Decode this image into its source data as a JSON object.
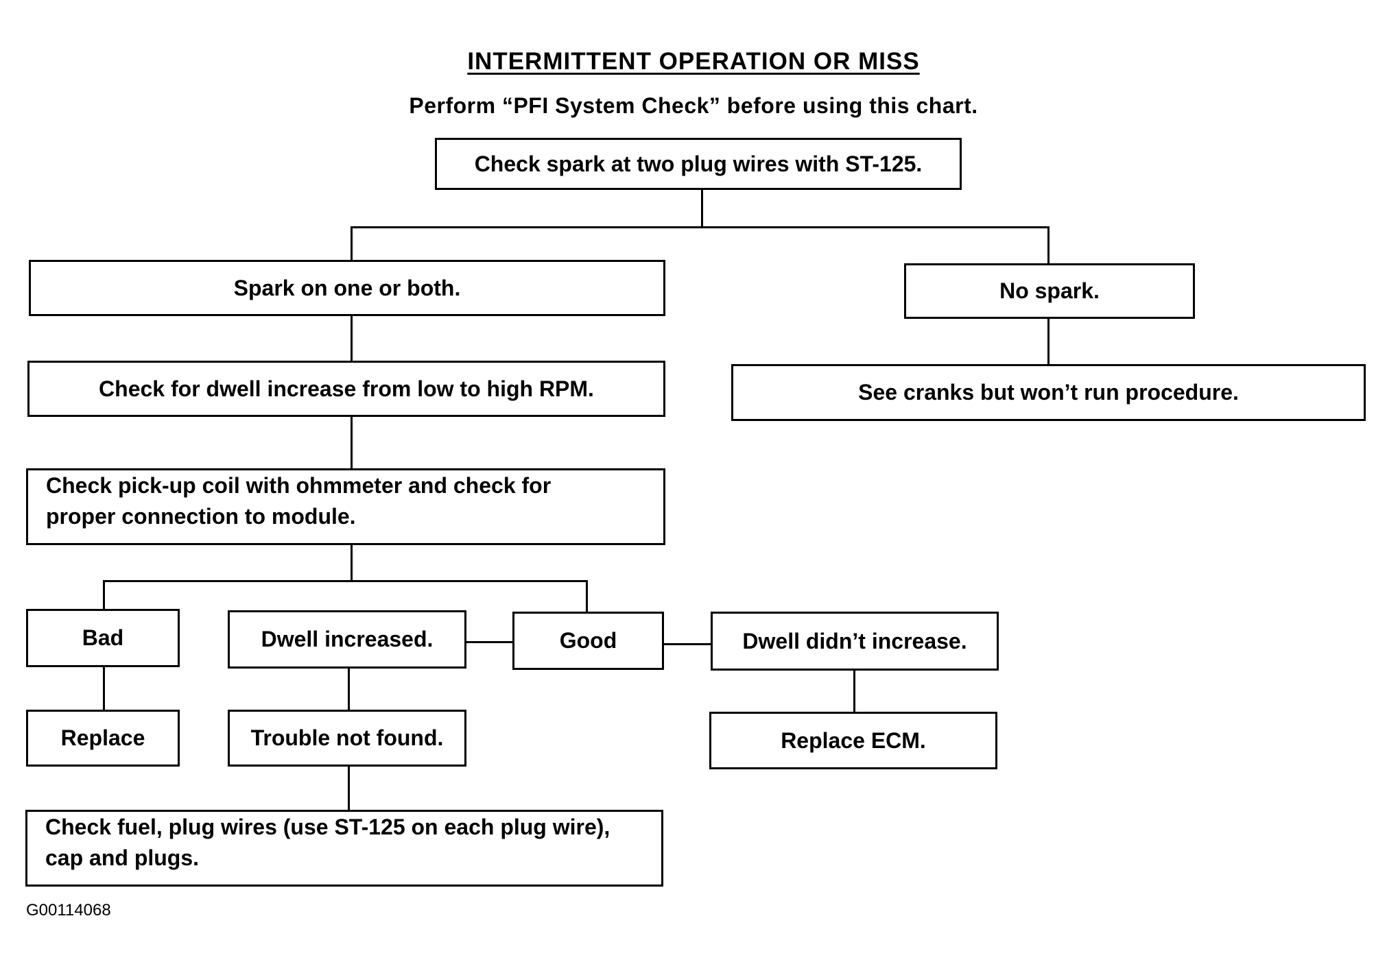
{
  "title": "INTERMITTENT OPERATION OR MISS",
  "subtitle": "Perform “PFI System Check” before using this chart.",
  "nodes": {
    "check_spark": "Check spark at two plug wires with ST-125.",
    "spark_one_or_both": "Spark on one or both.",
    "no_spark": "No spark.",
    "check_dwell": "Check for dwell increase from low to high RPM.",
    "see_cranks": "See cranks but won’t run procedure.",
    "check_pickup_line1": "Check pick-up coil with ohmmeter and check for",
    "check_pickup_line2": "proper connection to module.",
    "bad": "Bad",
    "dwell_increased": "Dwell increased.",
    "good": "Good",
    "dwell_didnt_increase": "Dwell didn’t increase.",
    "replace": "Replace",
    "trouble_not_found": "Trouble not found.",
    "replace_ecm": "Replace ECM.",
    "check_fuel_line1": "Check fuel, plug wires (use ST-125 on each plug wire),",
    "check_fuel_line2": "cap and plugs."
  },
  "figure_id": "G00114068"
}
